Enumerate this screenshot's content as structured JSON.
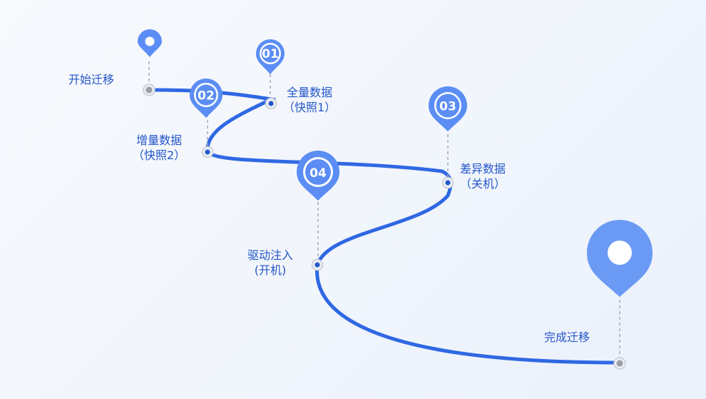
{
  "colors": {
    "route": "#2f68e3",
    "pin": "#5b8df5",
    "pin_light": "#6b9af5",
    "dash": "#a9aebb",
    "dot_fill": "#eaedf2",
    "dot_stroke": "#c8ccd4",
    "dot_center_gray": "#9a9ea8",
    "dot_center_blue": "#2456c9",
    "label_text": "#2456c9"
  },
  "start": {
    "label": "开始迁移"
  },
  "end": {
    "label": "完成迁移"
  },
  "steps": [
    {
      "number": "01",
      "lines": [
        "全量数据",
        "（快照1）"
      ]
    },
    {
      "number": "02",
      "lines": [
        "增量数据",
        "（快照2）"
      ]
    },
    {
      "number": "03",
      "lines": [
        "差异数据",
        "（关机）"
      ]
    },
    {
      "number": "04",
      "lines": [
        "驱动注入",
        "(开机)"
      ]
    }
  ]
}
